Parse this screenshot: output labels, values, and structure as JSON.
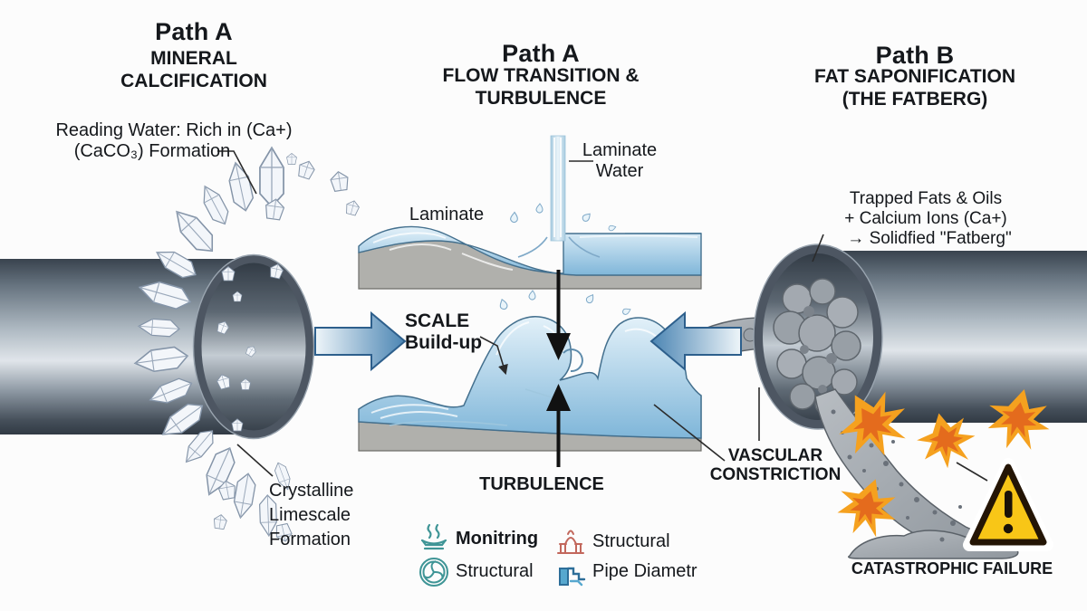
{
  "titles": {
    "left": {
      "path": "Path A",
      "sub1": "MINERAL",
      "sub2": "CALCIFICATION"
    },
    "center": {
      "path": "Path A",
      "sub1": "FLOW TRANSITION &",
      "sub2": "TURBULENCE"
    },
    "right": {
      "path": "Path B",
      "sub1": "FAT SAPONIFICATION",
      "sub2": "(THE FATBERG)"
    }
  },
  "annotations": {
    "reading_water": {
      "line1": "Reading Water: Rich in (Ca+)",
      "line2": "(CaCO₃) Formation"
    },
    "laminate_water": {
      "line1": "Laminate",
      "line2": "Water"
    },
    "laminate": "Laminate",
    "scale_buildup": {
      "line1": "SCALE",
      "line2": "Build-up"
    },
    "turbulence": "TURBULENCE",
    "crystalline": {
      "line1": "Crystalline",
      "line2": "Limescale",
      "line3": "Formation"
    },
    "vascular": {
      "line1": "VASCULAR",
      "line2": "CONSTRICTION"
    },
    "trapped_fats": {
      "line1": "Trapped Fats & Oils",
      "line2": "+ Calcium Ions (Ca+)",
      "line3": "→ Solidfied \"Fatberg\""
    },
    "catastrophic": "CATASTROPHIC FAILURE"
  },
  "legend": {
    "items": [
      {
        "icon": "steam-dish-icon",
        "label": "Monitring"
      },
      {
        "icon": "arch-structure-icon",
        "label": "Structural"
      },
      {
        "icon": "turbine-icon",
        "label": "Structural"
      },
      {
        "icon": "pipe-elbow-icon",
        "label": "Pipe Diametr"
      }
    ]
  },
  "colors": {
    "accent_blue": "#4b85b3",
    "water_light": "#d9ecf6",
    "water_deep": "#7fb6d9",
    "pipe_dark": "#39434e",
    "pipe_light": "#e0e5ea",
    "bed_gray": "#b0b0ac",
    "sludge_gray": "#a7adb3",
    "spark_orange": "#f5a11f",
    "spark_deep": "#e2651d",
    "warning_yellow": "#f8c617",
    "legend_teal": "#3f9596",
    "legend_red": "#c2675c",
    "legend_blue": "#3e8fc0"
  }
}
